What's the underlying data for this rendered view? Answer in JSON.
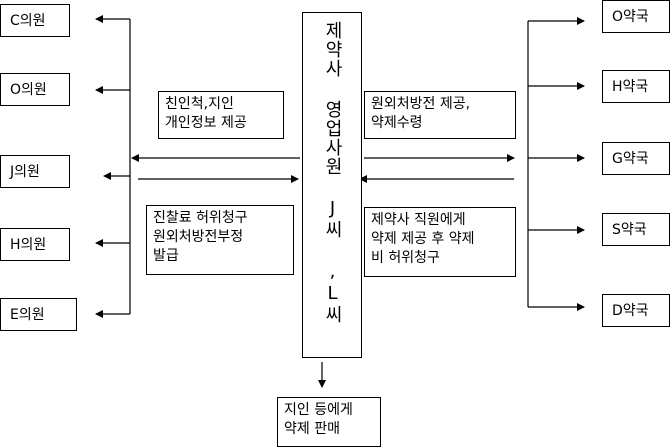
{
  "center": {
    "label": "제약사 영업사원 J씨 ,L씨"
  },
  "clinics": [
    "C의원",
    "O의원",
    "J의원",
    "H의원",
    "E의원"
  ],
  "pharmacies": [
    "O약국",
    "H약국",
    "G약국",
    "S약국",
    "D약국"
  ],
  "notes": {
    "left_top": "친인척,지인\n개인정보 제공",
    "left_bottom": "진찰료 허위청구\n원외처방전부정\n발급",
    "right_top": "원외처방전 제공,\n약제수령",
    "right_bottom": "제약사 직원에게\n약제 제공 후 약제\n비 허위청구",
    "bottom": "지인 등에게\n약제 판매"
  }
}
